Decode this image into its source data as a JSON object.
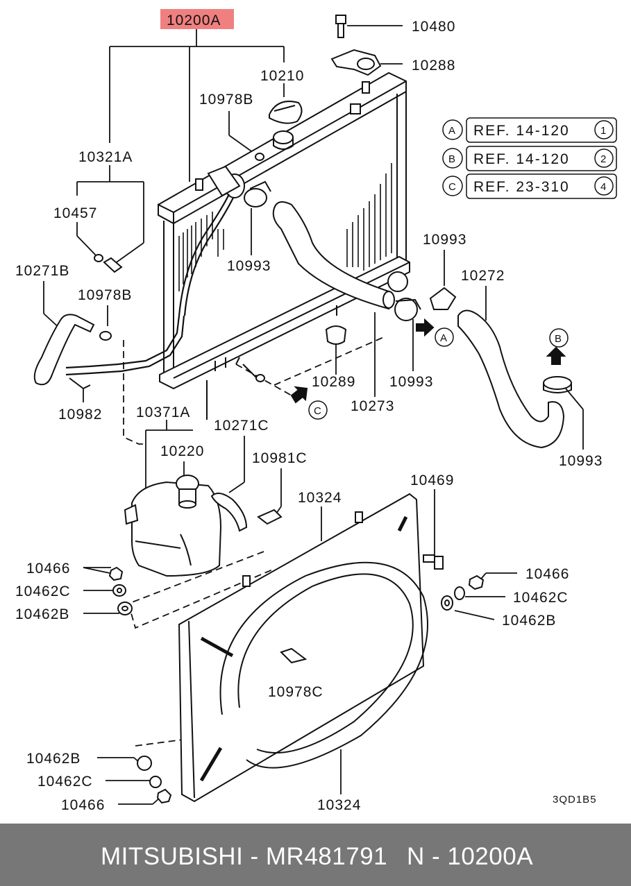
{
  "diagram": {
    "highlight_color": "#f08080",
    "labels": {
      "p10200A": "10200A",
      "p10480": "10480",
      "p10288": "10288",
      "p10210": "10210",
      "p10978B_top": "10978B",
      "p10321A": "10321A",
      "p10457": "10457",
      "p10993_a": "10993",
      "p10271B": "10271B",
      "p10978B_left": "10978B",
      "p10982": "10982",
      "p10289": "10289",
      "p10993_b": "10993",
      "p10273": "10273",
      "p10993_c": "10993",
      "p10272": "10272",
      "p10993_d": "10993",
      "p10371A": "10371A",
      "p10220": "10220",
      "p10271C": "10271C",
      "p10981C": "10981C",
      "p10324_top": "10324",
      "p10469": "10469",
      "p10466_l": "10466",
      "p10462C_l": "10462C",
      "p10462B_l": "10462B",
      "p10466_r": "10466",
      "p10462C_r": "10462C",
      "p10462B_r": "10462B",
      "p10978C": "10978C",
      "p10462B_bl": "10462B",
      "p10462C_bl": "10462C",
      "p10466_bl": "10466",
      "p10324_bot": "10324",
      "code": "3QD1B5"
    },
    "refs": [
      {
        "letter": "A",
        "text": "REF. 14-120",
        "num": "1"
      },
      {
        "letter": "B",
        "text": "REF. 14-120",
        "num": "2"
      },
      {
        "letter": "C",
        "text": "REF. 23-310",
        "num": "4"
      }
    ],
    "markers": {
      "A": "A",
      "B": "B",
      "C": "C"
    }
  },
  "footer": {
    "brand_part": "MITSUBISHI - MR481791",
    "ref_code": "N - 10200A",
    "background": "#777777"
  }
}
